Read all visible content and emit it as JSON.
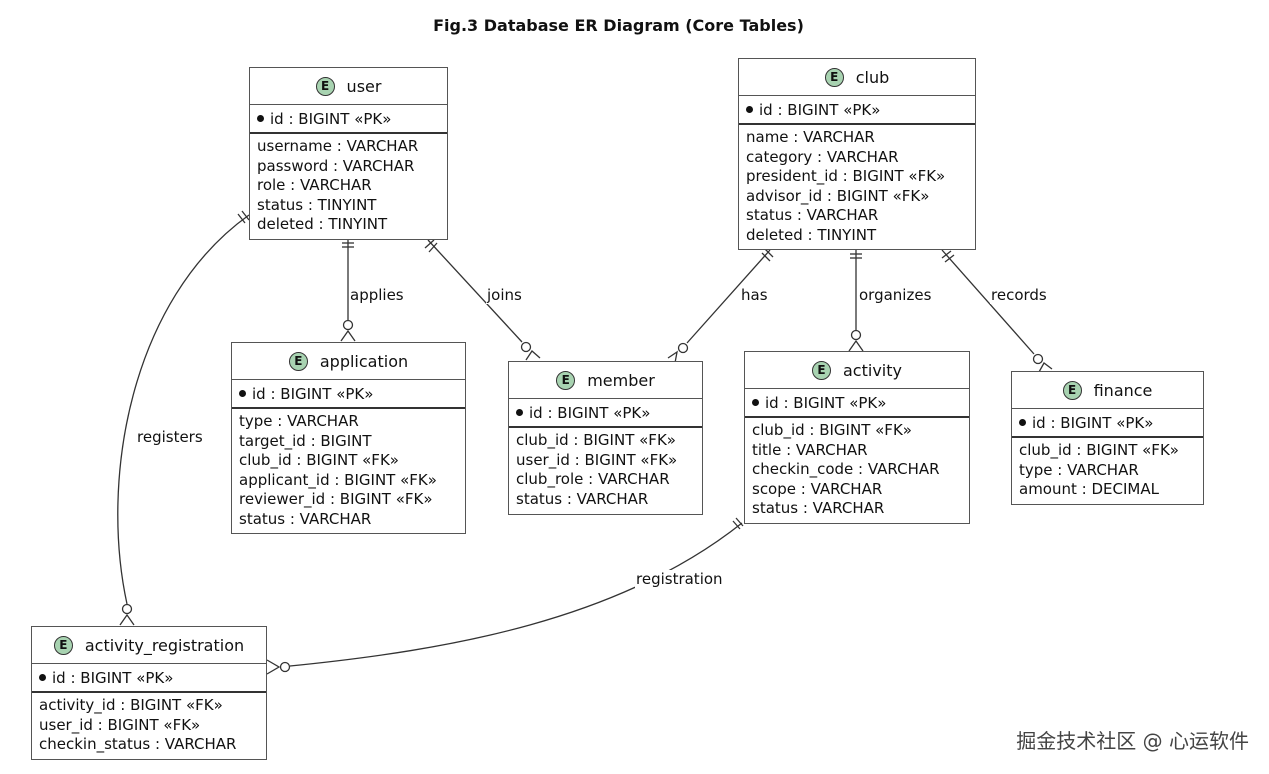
{
  "title": "Fig.3 Database ER Diagram (Core Tables)",
  "entity_marker": "E",
  "entities": {
    "user": {
      "name": "user",
      "pk": "id : BIGINT «PK»",
      "fields": [
        "username : VARCHAR",
        "password : VARCHAR",
        "role : VARCHAR",
        "status : TINYINT",
        "deleted : TINYINT"
      ]
    },
    "club": {
      "name": "club",
      "pk": "id : BIGINT «PK»",
      "fields": [
        "name : VARCHAR",
        "category : VARCHAR",
        "president_id : BIGINT «FK»",
        "advisor_id : BIGINT «FK»",
        "status : VARCHAR",
        "deleted : TINYINT"
      ]
    },
    "application": {
      "name": "application",
      "pk": "id : BIGINT «PK»",
      "fields": [
        "type : VARCHAR",
        "target_id : BIGINT",
        "club_id : BIGINT «FK»",
        "applicant_id : BIGINT «FK»",
        "reviewer_id : BIGINT «FK»",
        "status : VARCHAR"
      ]
    },
    "member": {
      "name": "member",
      "pk": "id : BIGINT «PK»",
      "fields": [
        "club_id : BIGINT «FK»",
        "user_id : BIGINT «FK»",
        "club_role : VARCHAR",
        "status : VARCHAR"
      ]
    },
    "activity": {
      "name": "activity",
      "pk": "id : BIGINT «PK»",
      "fields": [
        "club_id : BIGINT «FK»",
        "title : VARCHAR",
        "checkin_code : VARCHAR",
        "scope : VARCHAR",
        "status : VARCHAR"
      ]
    },
    "finance": {
      "name": "finance",
      "pk": "id : BIGINT «PK»",
      "fields": [
        "club_id : BIGINT «FK»",
        "type : VARCHAR",
        "amount : DECIMAL"
      ]
    },
    "activity_registration": {
      "name": "activity_registration",
      "pk": "id : BIGINT «PK»",
      "fields": [
        "activity_id : BIGINT «FK»",
        "user_id : BIGINT «FK»",
        "checkin_status : VARCHAR"
      ]
    }
  },
  "relationships": {
    "applies": "applies",
    "joins": "joins",
    "has": "has",
    "organizes": "organizes",
    "records": "records",
    "registers": "registers",
    "registration": "registration"
  },
  "watermark": "掘金技术社区 @ 心运软件"
}
